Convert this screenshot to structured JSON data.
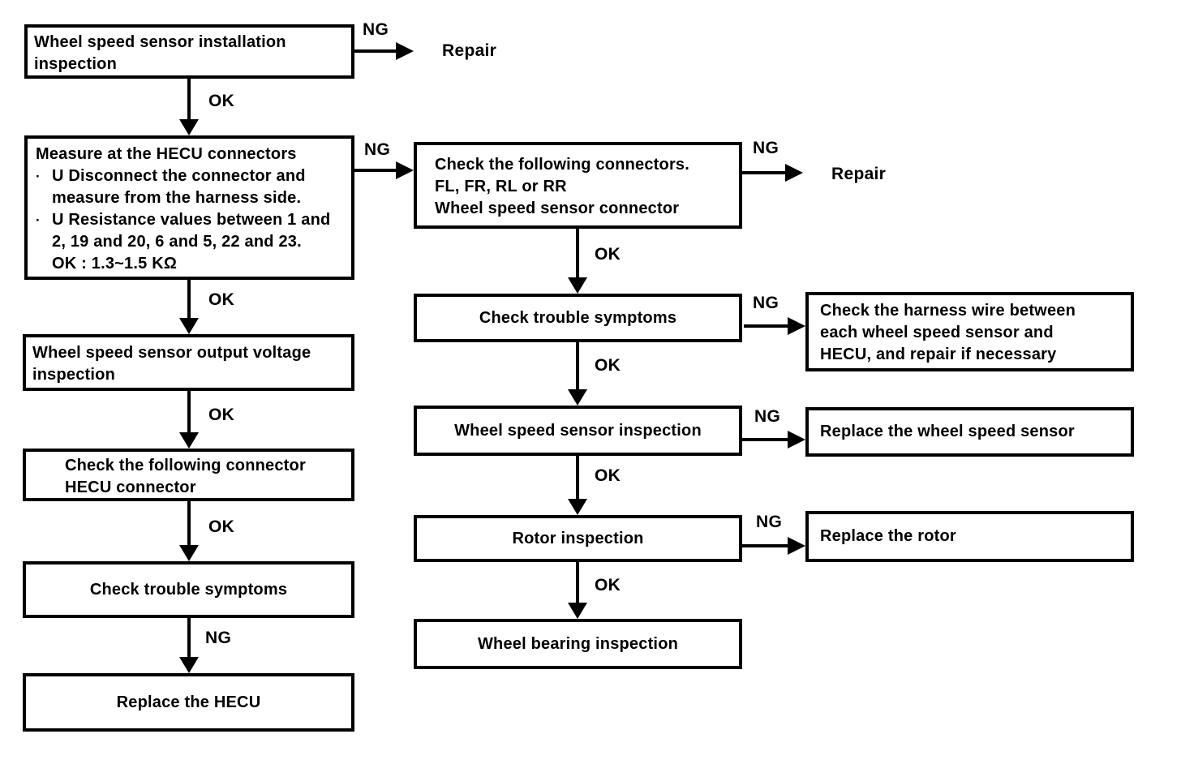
{
  "flowchart": {
    "colors": {
      "ink": "#000000",
      "paper": "#ffffff"
    },
    "edge_labels": {
      "ok": "OK",
      "ng": "NG"
    },
    "bullet_marker": "·",
    "left_column": {
      "step1": {
        "lines": [
          "Wheel speed sensor installation",
          "inspection"
        ]
      },
      "step2": {
        "title": "Measure at the HECU connectors",
        "bullets": [
          {
            "lines": [
              "U Disconnect the connector and",
              "measure from the harness side."
            ]
          },
          {
            "lines": [
              "U Resistance values between 1 and",
              "2, 19 and 20, 6 and 5, 22 and 23.",
              "OK : 1.3~1.5 KΩ"
            ]
          }
        ]
      },
      "step3": {
        "lines": [
          "Wheel speed sensor output voltage",
          "inspection"
        ]
      },
      "step4": {
        "lines": [
          "Check the following connector",
          "HECU connector"
        ]
      },
      "step5": {
        "lines": [
          "Check trouble symptoms"
        ]
      },
      "step6": {
        "lines": [
          "Replace the HECU"
        ]
      }
    },
    "middle_column": {
      "step1": {
        "lines": [
          "Check the following connectors.",
          "FL, FR, RL or RR",
          "Wheel speed sensor connector"
        ]
      },
      "step2": {
        "lines": [
          "Check trouble symptoms"
        ]
      },
      "step3": {
        "lines": [
          "Wheel speed sensor inspection"
        ]
      },
      "step4": {
        "lines": [
          "Rotor inspection"
        ]
      },
      "step5": {
        "lines": [
          "Wheel bearing inspection"
        ]
      }
    },
    "right_column": {
      "action1": {
        "lines": [
          "Check the harness wire between",
          "each wheel speed sensor and",
          "HECU, and repair if necessary"
        ]
      },
      "action2": {
        "lines": [
          "Replace the wheel speed sensor"
        ]
      },
      "action3": {
        "lines": [
          "Replace the rotor"
        ]
      }
    },
    "terminals": {
      "repair_top": "Repair",
      "repair_middle": "Repair"
    }
  }
}
